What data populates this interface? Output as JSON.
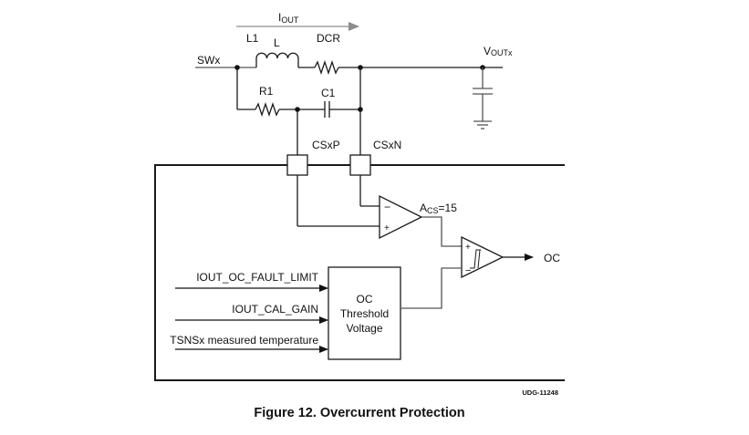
{
  "diagram": {
    "labels": {
      "iout_main": "I",
      "iout_sub": "OUT",
      "l1": "L1",
      "l": "L",
      "dcr": "DCR",
      "swx": "SWx",
      "vout_main": "V",
      "vout_sub": "OUTx",
      "r1": "R1",
      "c1": "C1",
      "csxp": "CSxP",
      "csxn": "CSxN",
      "acs_main": "A",
      "acs_sub": "CS",
      "acs_value": "=15",
      "opamp_minus": "−",
      "opamp_plus": "+",
      "comp_plus": "+",
      "comp_minus": "−",
      "oc_output": "OC",
      "input_fault_limit": "IOUT_OC_FAULT_LIMIT",
      "input_cal_gain": "IOUT_CAL_GAIN",
      "input_temperature": "TSNSx measured temperature",
      "block_line1": "OC",
      "block_line2": "Threshold",
      "block_line3": "Voltage",
      "drawing_id": "UDG-11248"
    },
    "caption": "Figure 12.  Overcurrent Protection",
    "colors": {
      "line": "#1a1a1a",
      "arrow_gray": "#8c8c8c"
    }
  }
}
